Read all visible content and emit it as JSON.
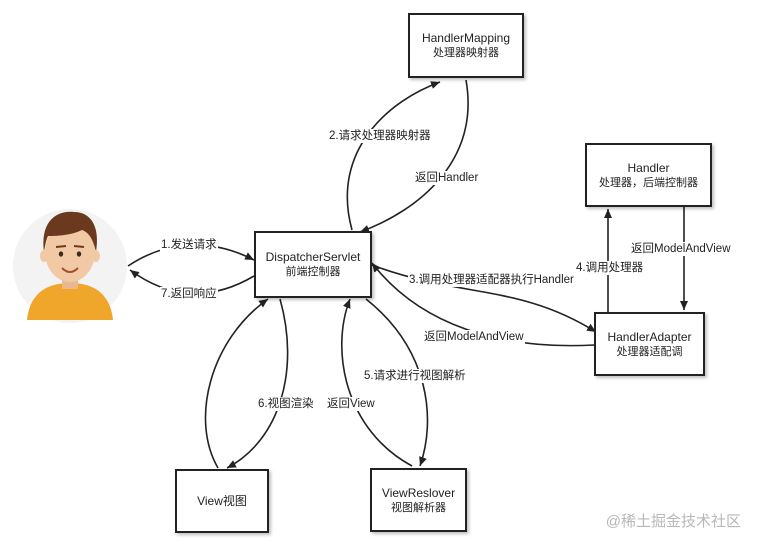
{
  "nodes": {
    "handler_mapping": {
      "title": "HandlerMapping",
      "subtitle": "处理器映射器"
    },
    "handler": {
      "title": "Handler",
      "subtitle": "处理器，后端控制器"
    },
    "dispatcher_servlet": {
      "title": "DispatcherServlet",
      "subtitle": "前端控制器"
    },
    "handler_adapter": {
      "title": "HandlerAdapter",
      "subtitle": "处理器适配调"
    },
    "view": {
      "title": "View视图"
    },
    "view_resolver": {
      "title": "ViewReslover",
      "subtitle": "视图解析器"
    }
  },
  "edges": {
    "send_request": "1.发送请求",
    "request_mapping": "2.请求处理器映射器",
    "return_handler": "返回Handler",
    "call_adapter": "3.调用处理器适配器执行Handler",
    "call_handler": "4.调用处理器",
    "return_mav_handler": "返回ModelAndView",
    "return_mav_adapter": "返回ModelAndView",
    "request_resolve": "5.请求进行视图解析",
    "return_view": "返回View",
    "render_view": "6.视图渲染",
    "return_response": "7.返回响应"
  },
  "watermark": "@稀土掘金技术社区",
  "colors": {
    "line": "#222222",
    "skin": "#f2c9a5",
    "hair": "#6b3a1e",
    "shirt": "#f0a62a",
    "avatar_bg": "#f3f3f3"
  }
}
